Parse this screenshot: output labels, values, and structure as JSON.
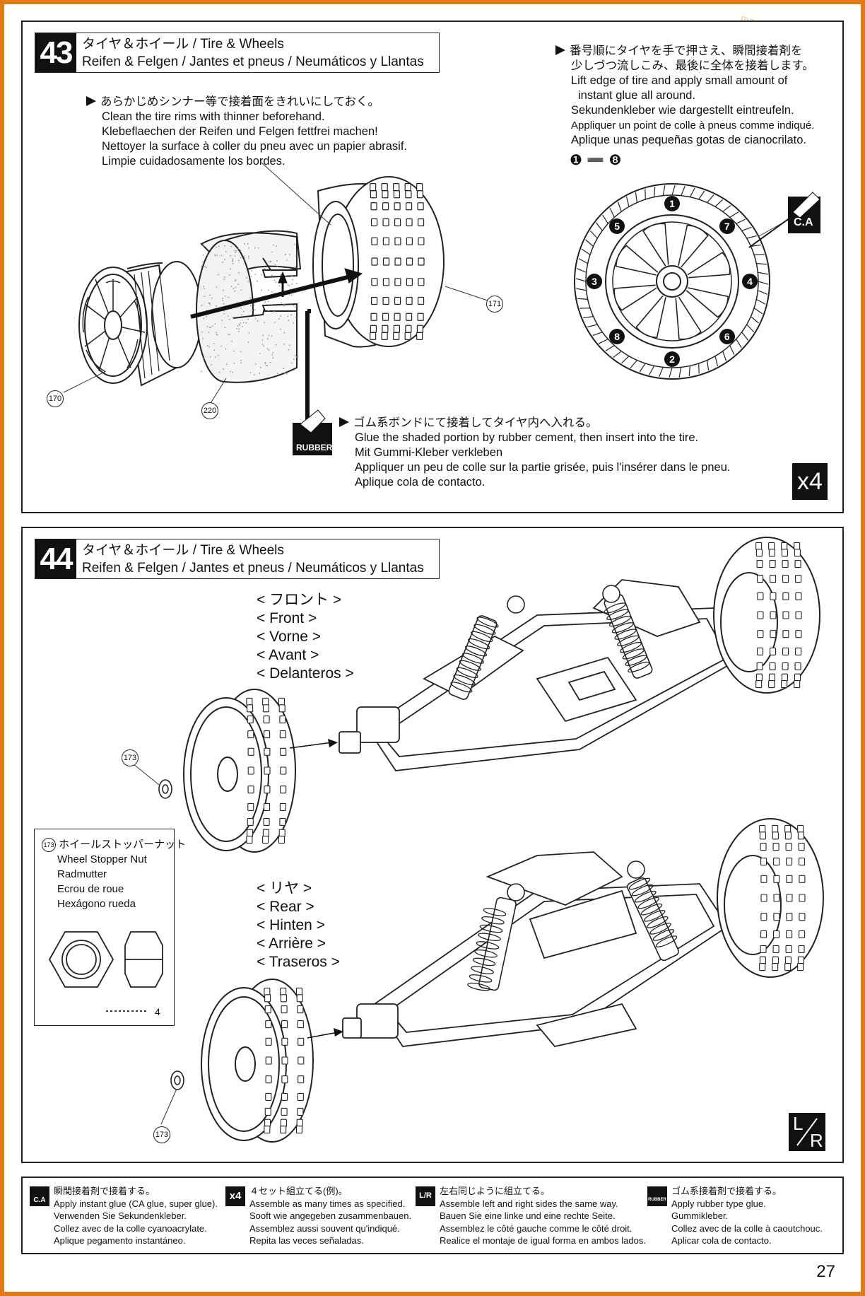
{
  "watermark": "magazine du modelisme",
  "step43": {
    "number": "43",
    "title_line1": "タイヤ＆ホイール / Tire & Wheels",
    "title_line2": "Reifen & Felgen / Jantes et pneus / Neumáticos y Llantas",
    "clean_note": [
      "あらかじめシンナー等で接着面をきれいにしておく。",
      "Clean the tire rims with thinner beforehand.",
      "Klebeflaechen der Reifen und Felgen fettfrei machen!",
      "Nettoyer la surface à coller du pneu avec un papier abrasif.",
      "Limpie cuidadosamente los bordes."
    ],
    "glue_note": [
      "番号順にタイヤを手で押さえ、瞬間接着剤を",
      "少しづつ流しこみ、最後に全体を接着します。",
      "Lift edge of tire and apply small amount of",
      "instant glue all around.",
      "Sekundenkleber wie dargestellt eintreufeln.",
      "Appliquer un point de colle à pneus comme indiqué.",
      "Aplique unas pequeñas gotas de cianocrilato."
    ],
    "order_label": "❶ ➖ ❽",
    "order_points": [
      "1",
      "7",
      "4",
      "6",
      "2",
      "8",
      "3",
      "5"
    ],
    "rubber_note": [
      "ゴム系ボンドにて接着してタイヤ内へ入れる。",
      "Glue the shaded portion by rubber cement, then insert into the tire.",
      "Mit Gummi-Kleber verkleben",
      "Appliquer un peu de colle sur la partie grisée, puis l'insérer dans le pneu.",
      "Aplique cola de contacto."
    ],
    "parts": {
      "wheel": "170",
      "insert": "220",
      "tire": "171"
    },
    "ca_label": "C.A",
    "rubber_label": "RUBBER",
    "times": "x4"
  },
  "step44": {
    "number": "44",
    "title_line1": "タイヤ＆ホイール / Tire & Wheels",
    "title_line2": "Reifen & Felgen / Jantes et pneus / Neumáticos y Llantas",
    "front_labels": [
      "< フロント >",
      "< Front >",
      "< Vorne >",
      "< Avant >",
      "< Delanteros >"
    ],
    "rear_labels": [
      "< リヤ >",
      "< Rear >",
      "< Hinten >",
      "< Arrière >",
      "< Traseros >"
    ],
    "nut_part": "173",
    "nut_box": {
      "part": "173",
      "lines": [
        "ホイールストッパーナット",
        "Wheel Stopper Nut",
        "Radmutter",
        "Ecrou de roue",
        "Hexágono rueda"
      ],
      "size": "4"
    },
    "lr_label_l": "L",
    "lr_label_r": "R"
  },
  "legend": [
    {
      "icon": "C.A",
      "lines": [
        "瞬間接着剤で接着する。",
        "Apply instant glue (CA glue, super glue).",
        "Verwenden Sie Sekundenkleber.",
        "Collez avec de la colle cyanoacrylate.",
        "Aplique pegamento instantáneo."
      ]
    },
    {
      "icon": "x4",
      "lines": [
        "４セット組立てる(例)。",
        "Assemble as many times as specified.",
        "Sooft wie angegeben zusammenbauen.",
        "Assemblez aussi souvent qu'indiqué.",
        "Repita las veces señaladas."
      ]
    },
    {
      "icon": "L/R",
      "lines": [
        "左右同じように組立てる。",
        "Assemble left and right sides the same way.",
        "Bauen Sie eine linke und eine rechte Seite.",
        "Assemblez le côté gauche comme le côté droit.",
        "Realice el montaje de igual forma en ambos lados."
      ]
    },
    {
      "icon": "RUBBER",
      "lines": [
        "ゴム系接着剤で接着する。",
        "Apply rubber type glue.",
        "Gummikleber.",
        "Collez avec de la colle à caoutchouc.",
        "Aplicar cola de contacto."
      ]
    }
  ],
  "page_number": "27"
}
